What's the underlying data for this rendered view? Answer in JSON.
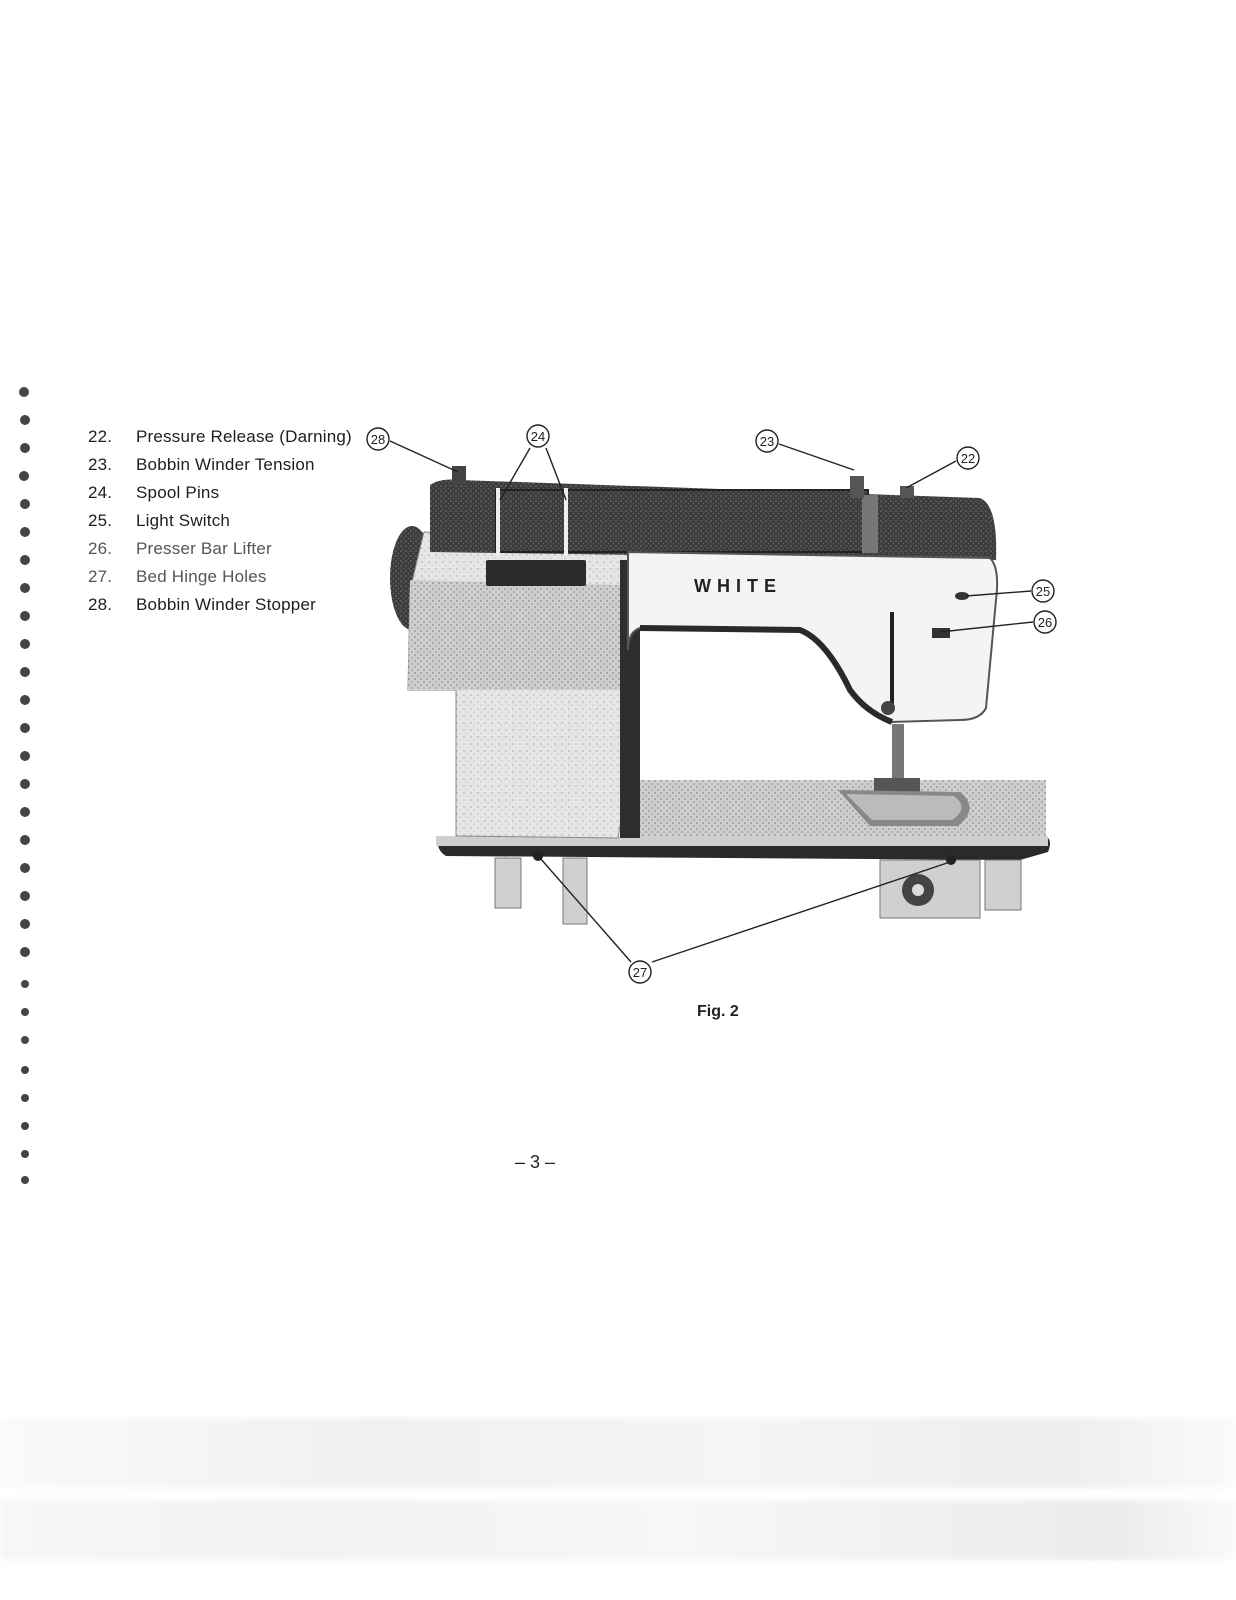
{
  "legend": [
    {
      "num": "22.",
      "label": "Pressure Release (Darning)"
    },
    {
      "num": "23.",
      "label": "Bobbin Winder Tension"
    },
    {
      "num": "24.",
      "label": "Spool Pins"
    },
    {
      "num": "25.",
      "label": "Light Switch"
    },
    {
      "num": "26.",
      "label": "Presser Bar Lifter"
    },
    {
      "num": "27.",
      "label": "Bed Hinge Holes"
    },
    {
      "num": "28.",
      "label": "Bobbin Winder Stopper"
    }
  ],
  "figure": {
    "brand": "WHITE",
    "callouts": {
      "c22": "22",
      "c23": "23",
      "c24": "24",
      "c25": "25",
      "c26": "26",
      "c27": "27",
      "c28": "28"
    }
  },
  "caption": "Fig. 2",
  "page_number": "– 3 –"
}
